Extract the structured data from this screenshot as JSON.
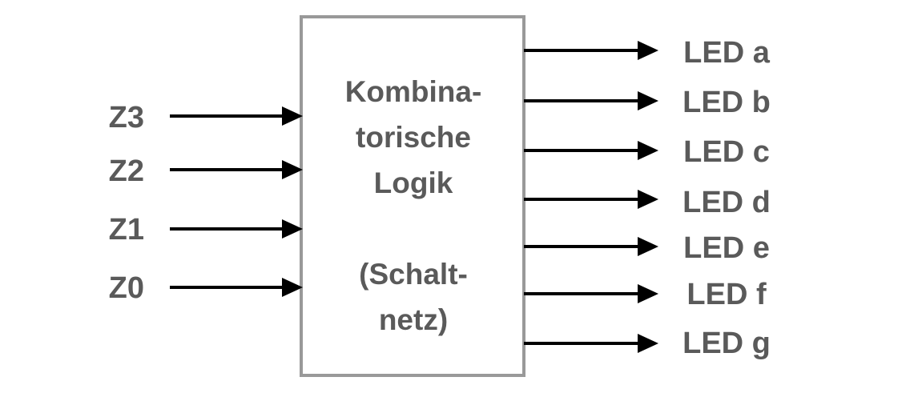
{
  "block": {
    "lines": [
      "Kombina-",
      "torische",
      "Logik",
      "",
      "(Schalt-",
      "netz)"
    ]
  },
  "inputs": [
    "Z3",
    "Z2",
    "Z1",
    "Z0"
  ],
  "outputs": [
    "LED a",
    "LED b",
    "LED c",
    "LED d",
    "LED e",
    "LED f",
    "LED g"
  ],
  "colors": {
    "text": "#5a5a5a",
    "box_border": "#999999",
    "arrow": "#000000"
  }
}
